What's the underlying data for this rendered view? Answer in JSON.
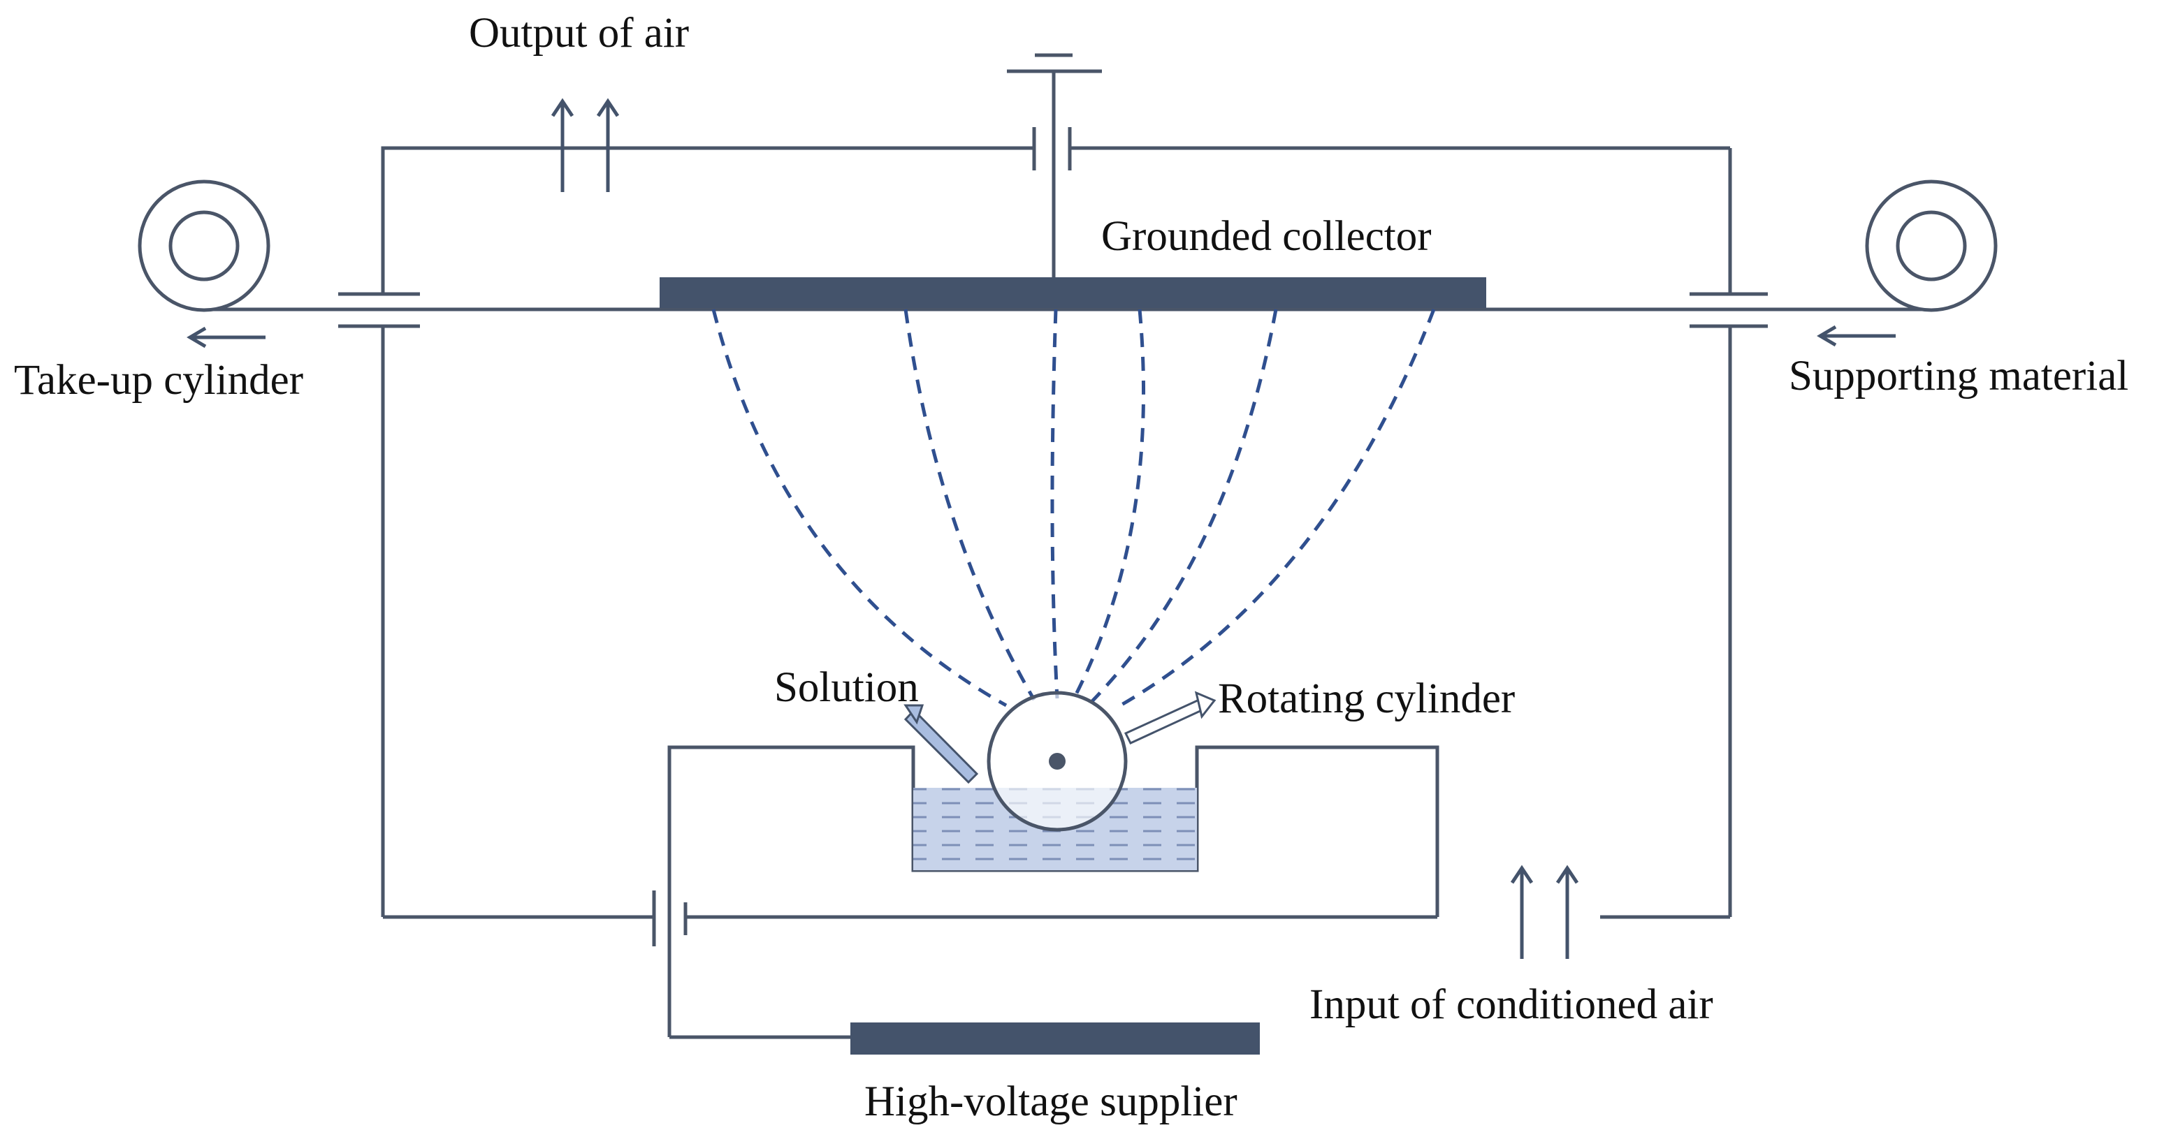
{
  "labels": {
    "output_air": "Output of air",
    "grounded_collector": "Grounded collector",
    "take_up_cylinder": "Take-up cylinder",
    "supporting_material": "Supporting material",
    "solution": "Solution",
    "rotating_cylinder": "Rotating cylinder",
    "input_air": "Input of conditioned air",
    "hv_supplier": "High-voltage supplier"
  },
  "colors": {
    "line": "#4a5568",
    "collector": "#44536b",
    "field_lines": "#2f4f8f",
    "solution_fill": "#c7d3ea",
    "solution_pointer": "#a9bde0"
  }
}
